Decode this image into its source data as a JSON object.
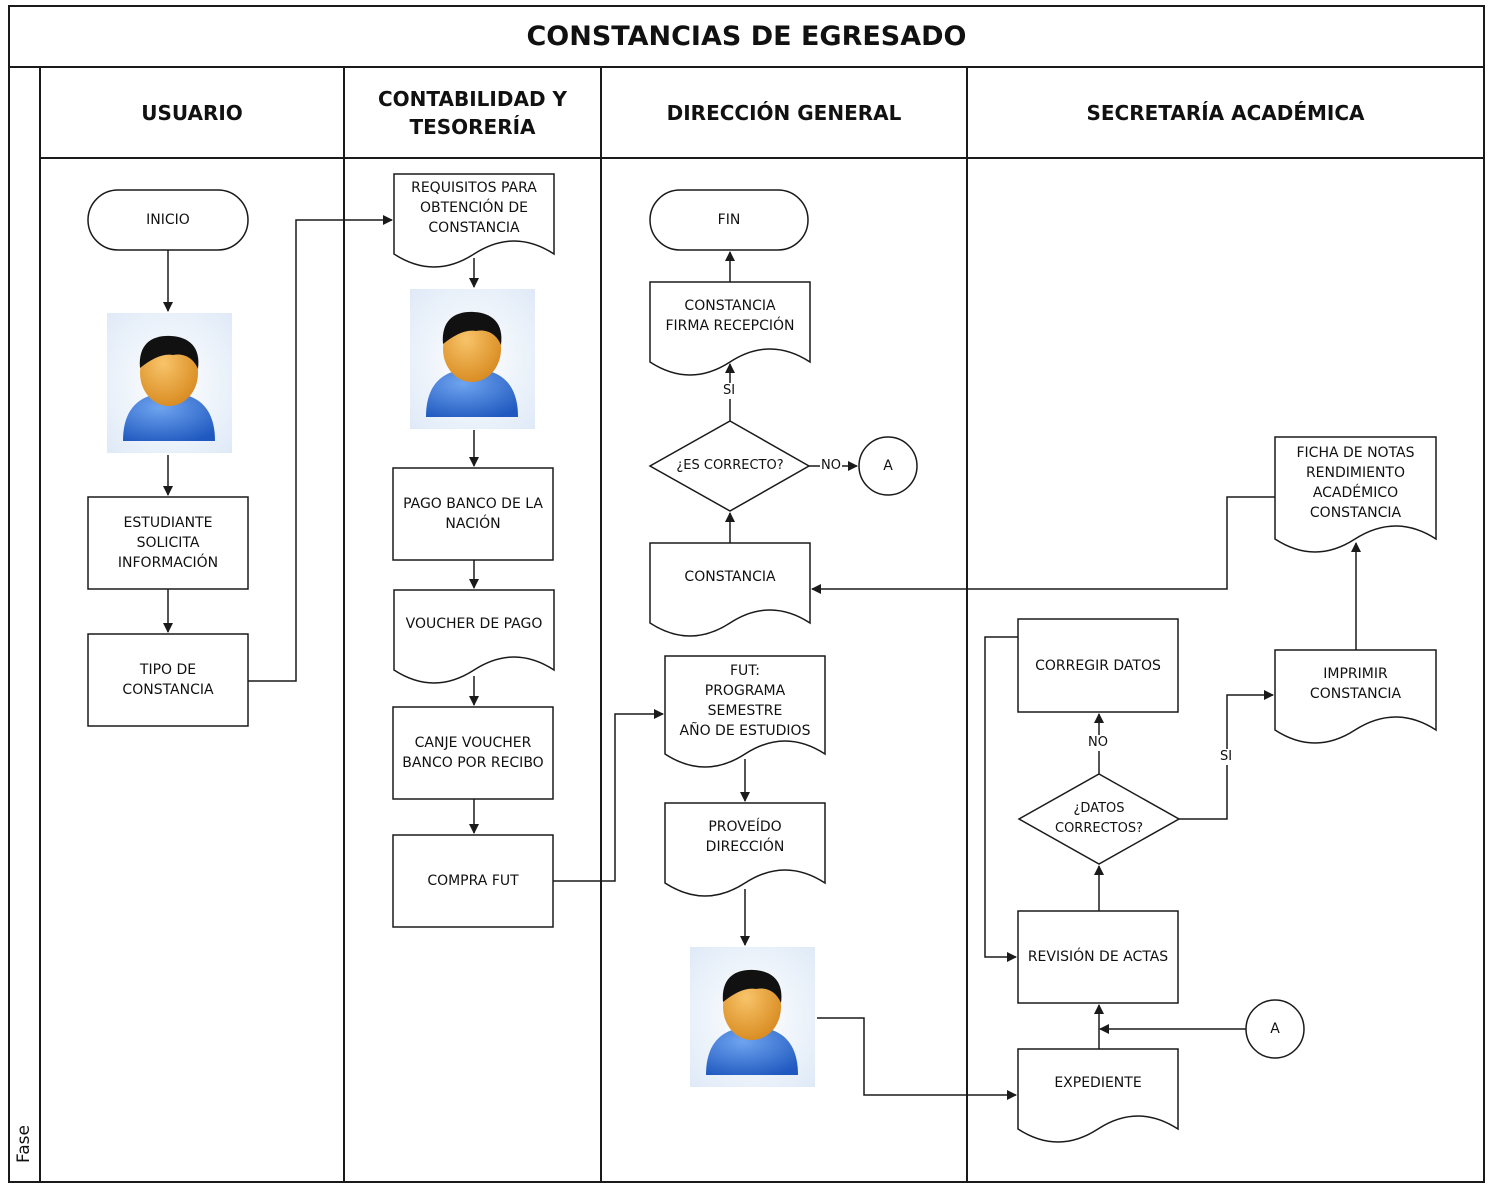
{
  "title": "CONSTANCIAS DE EGRESADO",
  "phase_label": "Fase",
  "lanes": [
    {
      "label": "USUARIO"
    },
    {
      "label": "CONTABILIDAD Y\nTESORERÍA"
    },
    {
      "label": "DIRECCIÓN GENERAL"
    },
    {
      "label": "SECRETARÍA ACADÉMICA"
    }
  ],
  "nodes": {
    "inicio": "INICIO",
    "estudiante": "ESTUDIANTE\nSOLICITA\nINFORMACIÓN",
    "tipo": "TIPO DE\nCONSTANCIA",
    "requisitos": "REQUISITOS PARA\nOBTENCIÓN DE\nCONSTANCIA",
    "pago": "PAGO BANCO DE LA\nNACIÓN",
    "voucher": "VOUCHER DE PAGO",
    "canje": "CANJE VOUCHER\nBANCO POR RECIBO",
    "compra": "COMPRA FUT",
    "fin": "FIN",
    "firma": "CONSTANCIA\nFIRMA RECEPCIÓN",
    "es_correcto": "¿ES CORRECTO?",
    "constancia": "CONSTANCIA",
    "fut": "FUT:\nPROGRAMA\nSEMESTRE\nAÑO DE ESTUDIOS",
    "proveido": "PROVEÍDO\nDIRECCIÓN",
    "ficha": "FICHA DE NOTAS\nRENDIMIENTO\nACADÉMICO\nCONSTANCIA",
    "corregir": "CORREGIR DATOS",
    "imprimir": "IMPRIMIR\nCONSTANCIA",
    "datos_correctos": "¿DATOS\nCORRECTOS?",
    "revision": "REVISIÓN DE ACTAS",
    "expediente": "EXPEDIENTE"
  },
  "connectors": {
    "a1": "A",
    "a2": "A"
  },
  "edge_labels": {
    "si_1": "SI",
    "no_1": "NO",
    "no_2": "NO",
    "si_2": "SI"
  },
  "colors": {
    "line": "#1a1a1a",
    "person_head": "#e8a033",
    "person_hair": "#111111",
    "person_body": "#2f6fd6",
    "person_bg": "#dfeaf7"
  },
  "icons": [
    "user-icon",
    "user-icon",
    "user-icon"
  ]
}
